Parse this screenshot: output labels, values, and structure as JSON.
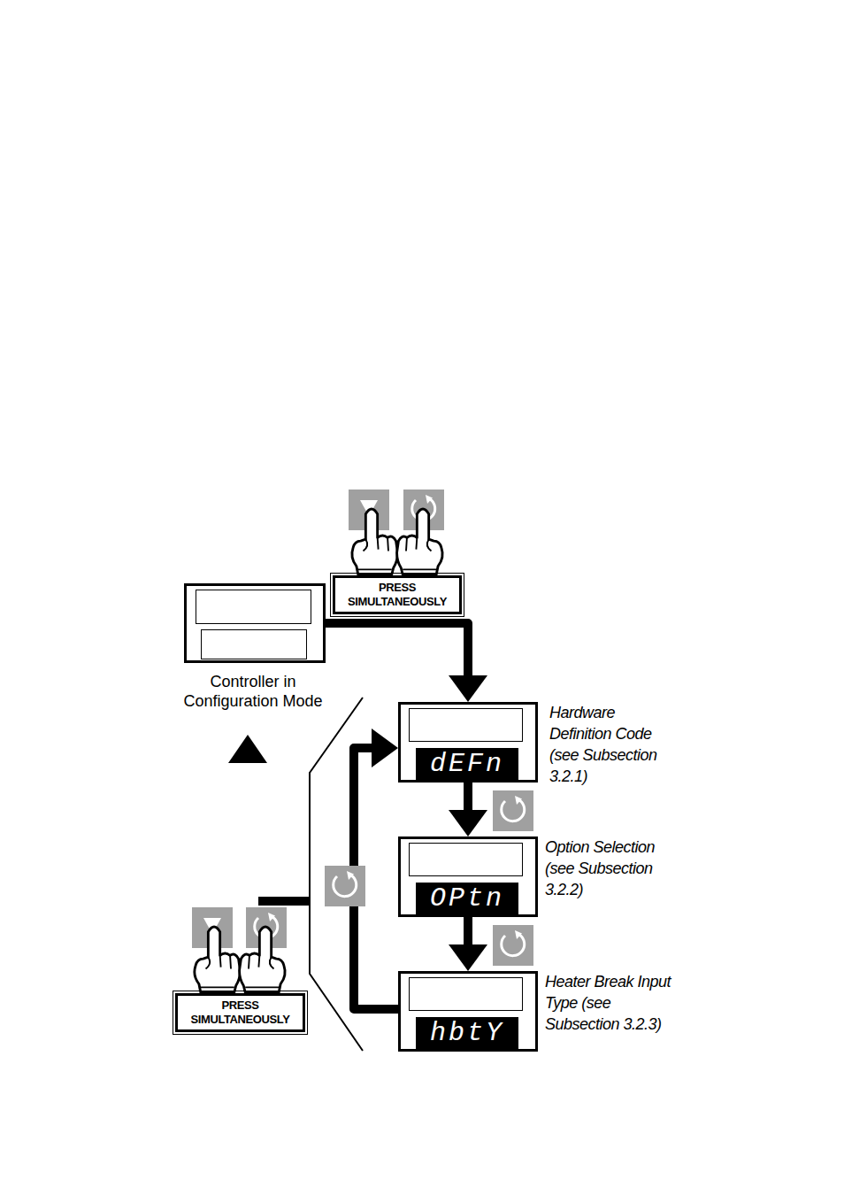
{
  "diagram": {
    "nodes": [
      {
        "text": [
          "PRESS SIMULTANEOUSLY"
        ]
      },
      {
        "text": [
          "Controller in Configuration Mode"
        ]
      },
      {
        "text": [
          "dEFn",
          "Hardware Definition Code (see Subsection 3.2.1)"
        ]
      },
      {
        "text": [
          "OPtn",
          "Option Selection (see Subsection 3.2.2)"
        ]
      },
      {
        "text": [
          "hbtY",
          "Heater Break Input Type (see Subsection 3.2.3)"
        ]
      },
      {
        "text": [
          "PRESS SIMULTANEOUSLY"
        ]
      }
    ],
    "edges": [
      {
        "from": 1,
        "to": 2,
        "arrow": "to"
      },
      {
        "from": 2,
        "to": 3,
        "arrow": "to"
      },
      {
        "from": 3,
        "to": 4,
        "arrow": "to"
      },
      {
        "from": 4,
        "to": 2,
        "arrow": "to"
      }
    ]
  }
}
